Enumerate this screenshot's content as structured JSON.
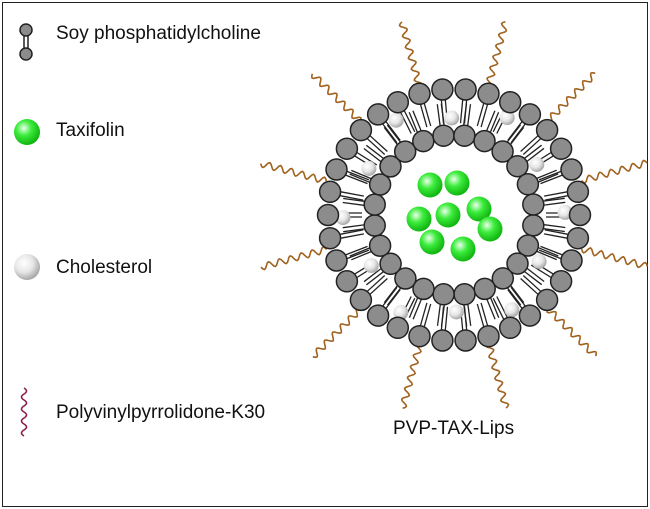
{
  "legend": [
    {
      "icon": "phospholipid-icon",
      "label": "Soy phosphatidylcholine"
    },
    {
      "icon": "taxifolin-sphere-icon",
      "label": "Taxifolin"
    },
    {
      "icon": "cholesterol-sphere-icon",
      "label": "Cholesterol"
    },
    {
      "icon": "pvp-chain-icon",
      "label": "Polyvinylpyrrolidone-K30"
    }
  ],
  "diagram": {
    "caption": "PVP-TAX-Lips",
    "colors": {
      "lipid_head": "#8c8c8c",
      "lipid_outline": "#222222",
      "taxifolin": "#22dd22",
      "cholesterol": "#dcdcdc",
      "pvp_chain": "#a0621e",
      "legend_pvp": "#8a1e4a"
    }
  }
}
